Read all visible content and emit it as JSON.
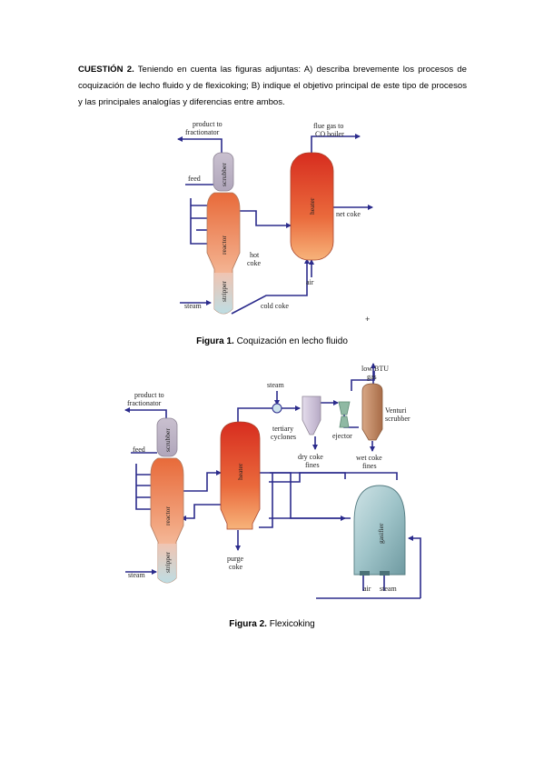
{
  "question": {
    "label": "CUESTIÓN 2.",
    "text": "Teniendo en cuenta las figuras adjuntas: A) describa brevemente los procesos de coquización de lecho fluido y de flexicoking; B) indique el objetivo principal de este tipo de procesos y las principales analogías y diferencias entre ambos."
  },
  "figure1": {
    "caption_label": "Figura 1.",
    "caption_text": "Coquización en lecho fluido",
    "labels": {
      "product_1": "product to",
      "product_2": "fractionator",
      "flue_1": "flue gas to",
      "flue_2": "CO boiler",
      "feed": "feed",
      "scrubber": "scrubber",
      "reactor": "reactor",
      "stripper": "stripper",
      "heater": "heater",
      "net_coke": "net coke",
      "hot_1": "hot",
      "hot_2": "coke",
      "air": "air",
      "steam": "steam",
      "cold_coke": "cold coke"
    }
  },
  "figure2": {
    "caption_label": "Figura 2.",
    "caption_text": "Flexicoking",
    "labels": {
      "product_1": "product to",
      "product_2": "fractionator",
      "feed": "feed",
      "scrubber": "scrubber",
      "reactor": "reactor",
      "stripper": "stripper",
      "steam_left": "steam",
      "heater": "heater",
      "purge_1": "purge",
      "purge_2": "coke",
      "steam_top": "steam",
      "tertiary_1": "tertiary",
      "tertiary_2": "cyclones",
      "dry_1": "dry coke",
      "dry_2": "fines",
      "ejector": "ejector",
      "wet_1": "wet coke",
      "wet_2": "fines",
      "lowbtu_1": "low BTU",
      "lowbtu_2": "gas",
      "venturi_1": "Venturi",
      "venturi_2": "scrubber",
      "gasifier": "gasifier",
      "air": "air",
      "steam_bottom": "steam"
    }
  }
}
